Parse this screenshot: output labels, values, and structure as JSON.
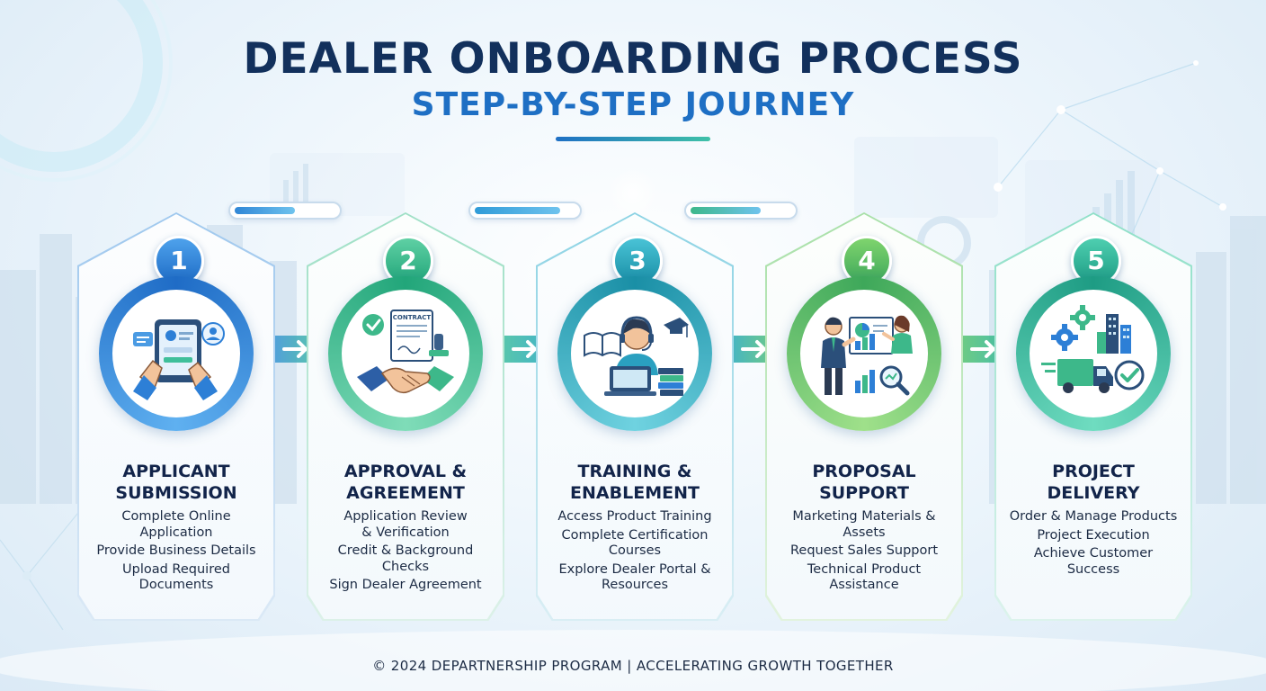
{
  "header": {
    "title": "DEALER ONBOARDING PROCESS",
    "subtitle": "STEP-BY-STEP JOURNEY"
  },
  "steps": [
    {
      "number": "1",
      "title_line1": "APPLICANT",
      "title_line2": "SUBMISSION",
      "icon": "tablet-application-icon",
      "items": [
        "Complete Online Application",
        "Provide Business Details",
        "Upload Required Documents"
      ]
    },
    {
      "number": "2",
      "title_line1": "APPROVAL &",
      "title_line2": "AGREEMENT",
      "icon": "handshake-contract-icon",
      "icon_label": "CONTRACT",
      "items": [
        "Application Review & Verification",
        "Credit & Background Checks",
        "Sign Dealer Agreement"
      ]
    },
    {
      "number": "3",
      "title_line1": "TRAINING &",
      "title_line2": "ENABLEMENT",
      "icon": "training-headset-icon",
      "items": [
        "Access Product Training",
        "Complete Certification Courses",
        "Explore Dealer Portal & Resources"
      ]
    },
    {
      "number": "4",
      "title_line1": "PROPOSAL",
      "title_line2": "SUPPORT",
      "icon": "presentation-support-icon",
      "items": [
        "Marketing Materials & Assets",
        "Request Sales Support",
        "Technical Product Assistance"
      ]
    },
    {
      "number": "5",
      "title_line1": "PROJECT",
      "title_line2": "DELIVERY",
      "icon": "delivery-truck-icon",
      "items": [
        "Order & Manage Products",
        "Project Execution",
        "Achieve Customer Success"
      ]
    }
  ],
  "progress_bars": [
    {
      "level": 0.6,
      "color": "#2f86d6"
    },
    {
      "level": 0.85,
      "color": "#2f9bd8"
    },
    {
      "level": 0.7,
      "color": "#3db88a"
    }
  ],
  "footer": {
    "text": "© 2024 DEPARTNERSHIP PROGRAM  |  ACCELERATING GROWTH TOGETHER"
  },
  "colors": {
    "title": "#12305c",
    "subtitle": "#1e6fc4",
    "step1": "#2d7fd6",
    "step2": "#35b88a",
    "step3": "#1ea3b8",
    "step4": "#58c06a",
    "step5": "#26b59a"
  }
}
